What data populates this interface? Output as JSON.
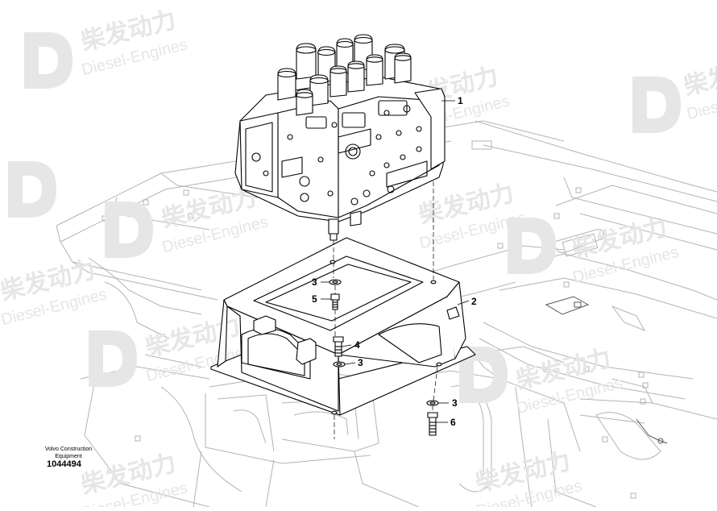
{
  "watermark": {
    "brand_cn": "柴发动力",
    "brand_en": "Diesel-Engines"
  },
  "callouts": [
    "1",
    "2",
    "3",
    "4",
    "5",
    "6"
  ],
  "caption": {
    "company_line1": "Volvo Construction",
    "company_line2": "Equipment",
    "part_number": "1044494"
  },
  "colors": {
    "line_dark": "#000000",
    "line_light": "#b3b3b3",
    "watermark": "#e6e6e6"
  }
}
